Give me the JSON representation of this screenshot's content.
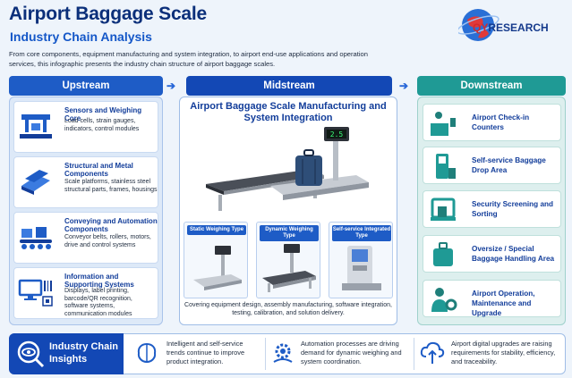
{
  "header": {
    "title": "Airport Baggage Scale",
    "subtitle": "Industry Chain Analysis",
    "intro": "From core components, equipment manufacturing and system integration, to airport end-use applications and operation services, this infographic presents the industry chain structure of airport baggage scales.",
    "logo": {
      "prefix": "QY",
      "suffix": "RESEARCH"
    }
  },
  "colors": {
    "upstream": "#1e5cc6",
    "midstream": "#1348b5",
    "downstream": "#1f9a95",
    "accent_red": "#d42a2a"
  },
  "upstream": {
    "label": "Upstream",
    "items": [
      {
        "title": "Sensors and Weighing Core",
        "desc": "Load cells, strain gauges, indicators, control modules",
        "icon": "sensor-icon"
      },
      {
        "title": "Structural and Metal Components",
        "desc": "Scale platforms, stainless steel structural parts, frames, housings",
        "icon": "metal-beam-icon"
      },
      {
        "title": "Conveying and Automation Components",
        "desc": "Conveyor belts, rollers, motors, drive and control systems",
        "icon": "conveyor-icon"
      },
      {
        "title": "Information and Supporting Systems",
        "desc": "Displays, label printing, barcode/QR recognition, software systems, communication modules",
        "icon": "computer-icon"
      }
    ]
  },
  "midstream": {
    "label": "Midstream",
    "title": "Airport Baggage Scale Manufacturing and System Integration",
    "display_value": "2.5",
    "types": [
      {
        "label": "Static Weighing Type"
      },
      {
        "label": "Dynamic Weighing Type"
      },
      {
        "label": "Self-service Integrated Type"
      }
    ],
    "footer": "Covering equipment design, assembly manufacturing, software integration, testing, calibration, and solution delivery."
  },
  "downstream": {
    "label": "Downstream",
    "items": [
      {
        "title": "Airport Check-in Counters",
        "icon": "check-in-counter-icon"
      },
      {
        "title": "Self-service Baggage Drop Area",
        "icon": "kiosk-icon"
      },
      {
        "title": "Security Screening and Sorting",
        "icon": "security-scanner-icon"
      },
      {
        "title": "Oversize / Special Baggage Handling Area",
        "icon": "luggage-icon"
      },
      {
        "title": "Airport Operation, Maintenance and Upgrade",
        "icon": "maintenance-icon"
      }
    ]
  },
  "insights": {
    "title": "Industry Chain Insights",
    "items": [
      {
        "text": "Intelligent and self-service trends continue to improve product integration.",
        "icon": "brain-icon"
      },
      {
        "text": "Automation processes are driving demand for dynamic weighing and system coordination.",
        "icon": "gear-icon"
      },
      {
        "text": "Airport digital upgrades are raising requirements for stability, efficiency, and traceability.",
        "icon": "cloud-upload-icon"
      }
    ]
  }
}
